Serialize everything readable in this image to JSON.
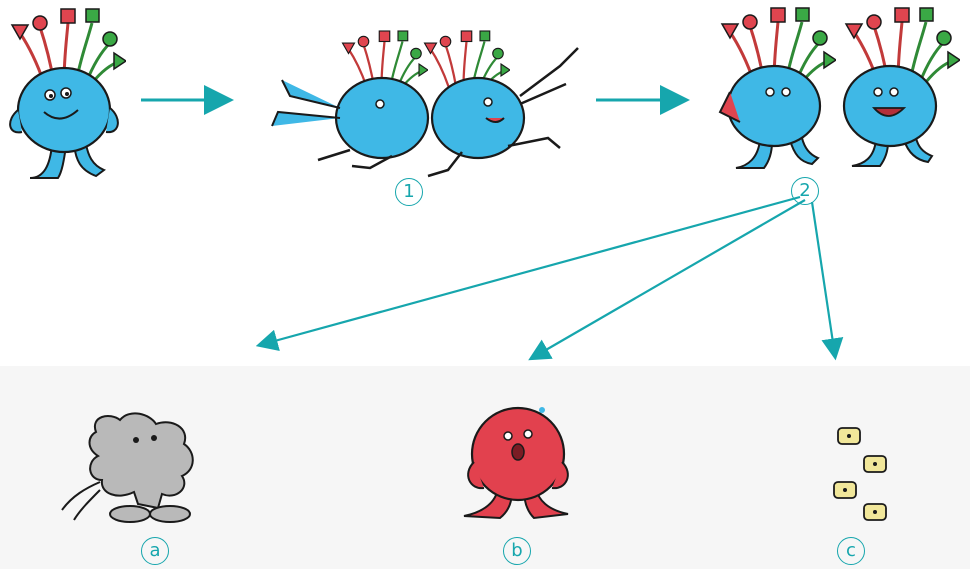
{
  "labels": {
    "step_1": "1",
    "step_2": "2",
    "option_a": "a",
    "option_b": "b",
    "option_c": "c"
  },
  "colors": {
    "accent": "#16a6ad",
    "body_blue": "#3fb8e6",
    "outline": "#1a1a1a",
    "receptor_red": "#e0454f",
    "receptor_green": "#3aa845",
    "gray_blob": "#b9b9b9",
    "red_ball": "#e2414e",
    "yellow_pieces": "#f1e79a"
  },
  "icons": [
    "blue-creature-icon",
    "colliding-creatures-icon",
    "twin-creatures-icon",
    "gray-blob-creature-icon",
    "red-ball-creature-icon",
    "yellow-fragments-icon"
  ]
}
